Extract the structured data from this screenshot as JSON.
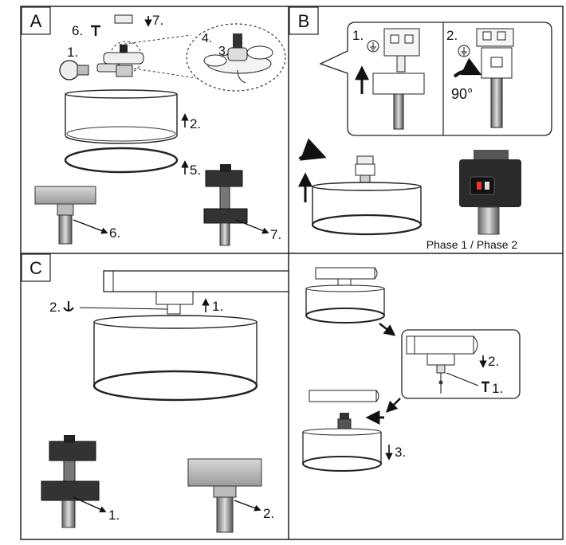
{
  "panels": {
    "a": {
      "letter": "A",
      "steps": {
        "s1": "1.",
        "s2": "2.",
        "s3": "3.",
        "s4": "4.",
        "s5": "5.",
        "s6": "6.",
        "s7": "7.",
        "s6b": "6.",
        "s7b": "7."
      }
    },
    "b": {
      "letter": "B",
      "steps": {
        "s1": "1.",
        "s2": "2.",
        "angle": "90°"
      },
      "caption": "Phase 1 / Phase 2"
    },
    "c": {
      "letter": "C",
      "steps": {
        "s1": "1.",
        "s2": "2.",
        "s1b": "1.",
        "s2b": "2."
      }
    },
    "d": {
      "steps": {
        "s1": "1.",
        "s2": "2.",
        "s3": "3."
      }
    }
  }
}
